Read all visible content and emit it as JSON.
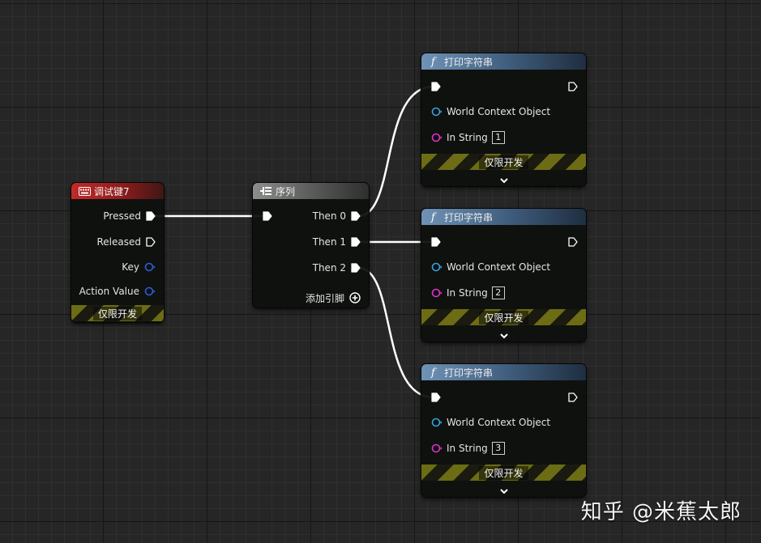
{
  "nodes": {
    "debug_key": {
      "title": "调试键7",
      "icon": "keyboard-icon",
      "outputs": [
        "Pressed",
        "Released",
        "Key",
        "Action Value"
      ],
      "badge": "仅限开发"
    },
    "sequence": {
      "title": "序列",
      "icon": "sequence-icon",
      "outputs": [
        "Then 0",
        "Then 1",
        "Then 2"
      ],
      "add_pin": "添加引脚"
    },
    "print_nodes": [
      {
        "title": "打印字符串",
        "icon": "function-icon",
        "world_context": "World Context Object",
        "in_string_label": "In String",
        "in_string_value": "1",
        "badge": "仅限开发"
      },
      {
        "title": "打印字符串",
        "icon": "function-icon",
        "world_context": "World Context Object",
        "in_string_label": "In String",
        "in_string_value": "2",
        "badge": "仅限开发"
      },
      {
        "title": "打印字符串",
        "icon": "function-icon",
        "world_context": "World Context Object",
        "in_string_label": "In String",
        "in_string_value": "3",
        "badge": "仅限开发"
      }
    ]
  },
  "watermark": "知乎 @米蕉太郎",
  "colors": {
    "exec_pin": "#ffffff",
    "object_pin": "#3aa0e0",
    "struct_pin": "#2a5fd8",
    "string_pin": "#e030c8",
    "debug_header": "#c12a2a",
    "function_header": "#4f7396",
    "hazard_stripe": "#6c6c14"
  }
}
